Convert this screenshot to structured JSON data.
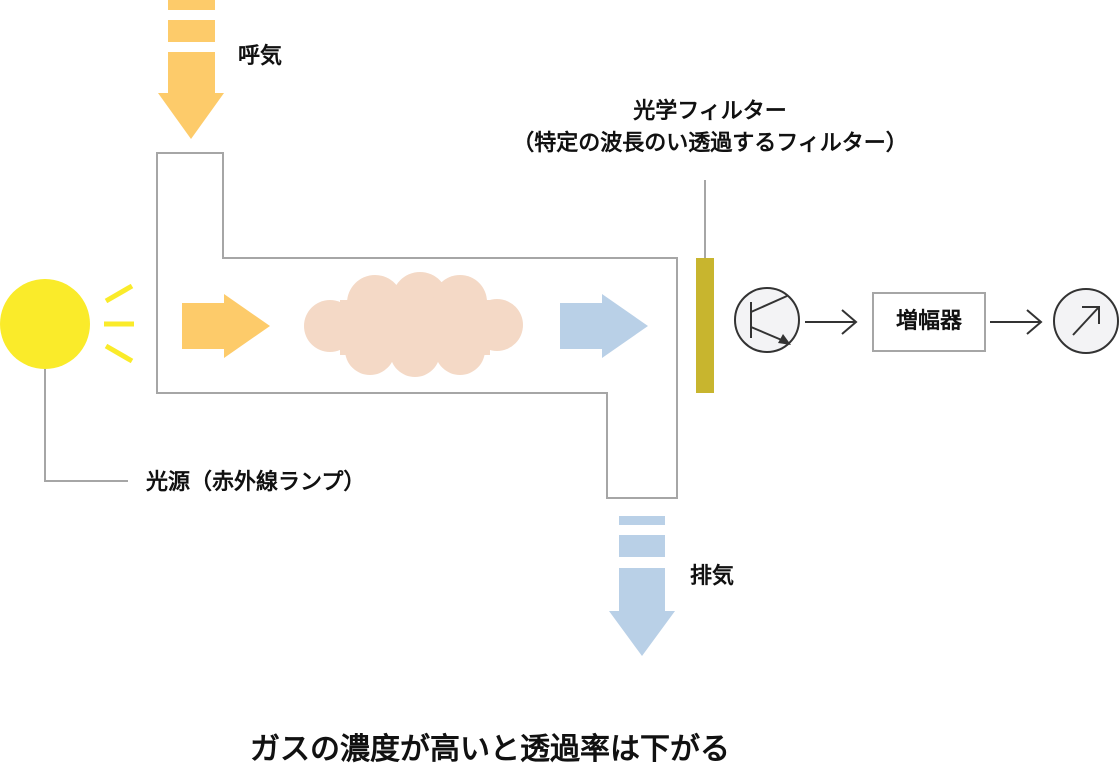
{
  "labels": {
    "exhale": "呼気",
    "filter_title": "光学フィルター",
    "filter_note": "（特定の波長のい透過するフィルター）",
    "light_source": "光源（赤外線ランプ）",
    "exhaust": "排気",
    "amplifier": "増幅器",
    "caption": "ガスの濃度が高いと透過率は下がる"
  },
  "icons": {
    "light_source": "lamp-circle-icon",
    "detector": "transistor-icon",
    "meter": "meter-arrow-icon"
  },
  "colors": {
    "inflow_arrow": "#fdcb6a",
    "outflow_arrow": "#b9d0e7",
    "lamp": "#faeb2a",
    "gas_cloud": "#f4d9c6",
    "filter": "#c8b52e",
    "pipe_outline": "#a6a6a6",
    "circuit_line": "#333333",
    "circuit_fill": "#f3f3f5",
    "text": "#111111"
  }
}
